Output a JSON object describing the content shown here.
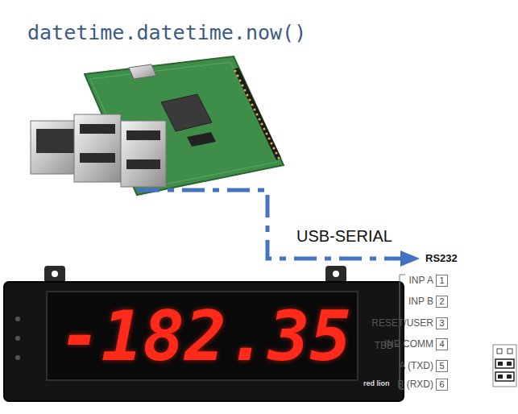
{
  "diagram": {
    "nodes": [
      {
        "text": [
          "-182.35",
          "red lion"
        ]
      },
      {
        "text": [
          "1"
        ]
      },
      {
        "text": [
          "2"
        ]
      },
      {
        "text": [
          "3"
        ]
      },
      {
        "text": [
          "4"
        ]
      },
      {
        "text": [
          "5"
        ]
      },
      {
        "text": [
          "6"
        ]
      }
    ],
    "labels": [
      "datetime.datetime.now()",
      "USB-SERIAL",
      "RS232",
      "INP A",
      "INP B",
      "RESET/USER",
      "INP COMM",
      "A (TXD)",
      "B (RXD)",
      "TBB"
    ]
  }
}
